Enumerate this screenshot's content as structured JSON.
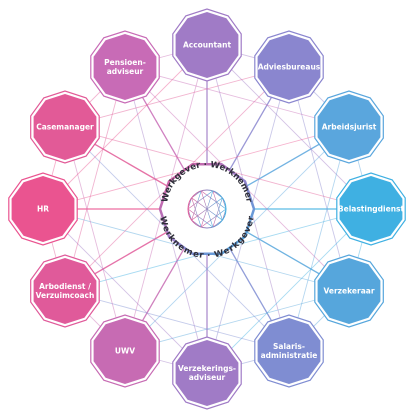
{
  "center": {
    "top_text": "Werkgever · Werknemer",
    "bottom_text": "Werknemer · Werkgever"
  },
  "nodes": [
    {
      "id": "accountant",
      "lines": [
        "Accountant"
      ],
      "color": "#a07bc6"
    },
    {
      "id": "adviesbureaus",
      "lines": [
        "Adviesbureaus"
      ],
      "color": "#8a86cf"
    },
    {
      "id": "arbeidsjurist",
      "lines": [
        "Arbeidsjurist"
      ],
      "color": "#5aa6dd"
    },
    {
      "id": "belastingdienst",
      "lines": [
        "Belastingdienst"
      ],
      "color": "#3fb0e2"
    },
    {
      "id": "verzekeraar",
      "lines": [
        "Verzekeraar"
      ],
      "color": "#56a6dc"
    },
    {
      "id": "salarisadministratie",
      "lines": [
        "Salaris-",
        "administratie"
      ],
      "color": "#7f8dd2"
    },
    {
      "id": "verzekeringsadviseur",
      "lines": [
        "Verzekerings-",
        "adviseur"
      ],
      "color": "#a07bc6"
    },
    {
      "id": "uwv",
      "lines": [
        "UWV"
      ],
      "color": "#c76bb3"
    },
    {
      "id": "arbodienst",
      "lines": [
        "Arbodienst /",
        "Verzuimcoach"
      ],
      "color": "#e05a9a"
    },
    {
      "id": "hr",
      "lines": [
        "HR"
      ],
      "color": "#ea5490"
    },
    {
      "id": "casemanager",
      "lines": [
        "Casemanager"
      ],
      "color": "#e25a97"
    },
    {
      "id": "pensioenadviseur",
      "lines": [
        "Pensioen-",
        "adviseur"
      ],
      "color": "#c86bb6"
    }
  ]
}
